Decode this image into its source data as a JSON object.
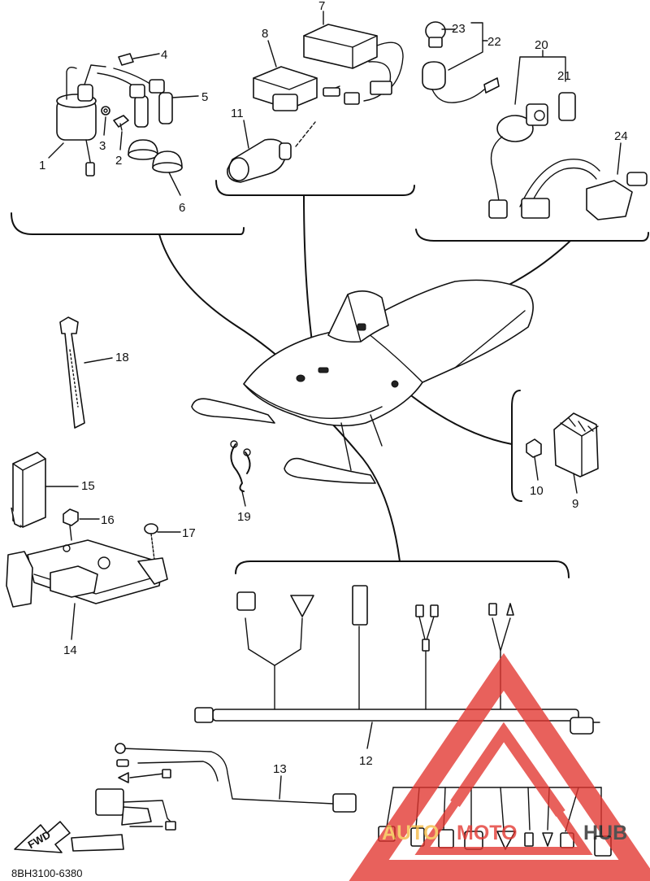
{
  "diagram": {
    "code": "8BH3100-6380",
    "fwd_label": "FWD",
    "callouts": [
      {
        "id": "c1",
        "label": "1"
      },
      {
        "id": "c2",
        "label": "2"
      },
      {
        "id": "c3",
        "label": "3"
      },
      {
        "id": "c4",
        "label": "4"
      },
      {
        "id": "c5",
        "label": "5"
      },
      {
        "id": "c6",
        "label": "6"
      },
      {
        "id": "c7",
        "label": "7"
      },
      {
        "id": "c8",
        "label": "8"
      },
      {
        "id": "c9",
        "label": "9"
      },
      {
        "id": "c10",
        "label": "10"
      },
      {
        "id": "c11",
        "label": "11"
      },
      {
        "id": "c12",
        "label": "12"
      },
      {
        "id": "c13",
        "label": "13"
      },
      {
        "id": "c14",
        "label": "14"
      },
      {
        "id": "c15",
        "label": "15"
      },
      {
        "id": "c16",
        "label": "16"
      },
      {
        "id": "c17",
        "label": "17"
      },
      {
        "id": "c18",
        "label": "18"
      },
      {
        "id": "c19",
        "label": "19"
      },
      {
        "id": "c20",
        "label": "20"
      },
      {
        "id": "c21",
        "label": "21"
      },
      {
        "id": "c22",
        "label": "22"
      },
      {
        "id": "c23",
        "label": "23"
      },
      {
        "id": "c24",
        "label": "24"
      }
    ]
  },
  "watermark": {
    "text_left": "AUTO",
    "text_mid": "MOTO",
    "text_right": "HUB",
    "color_primary": "#e2352f",
    "color_secondary": "#f4b942",
    "color_dark": "#222222"
  }
}
